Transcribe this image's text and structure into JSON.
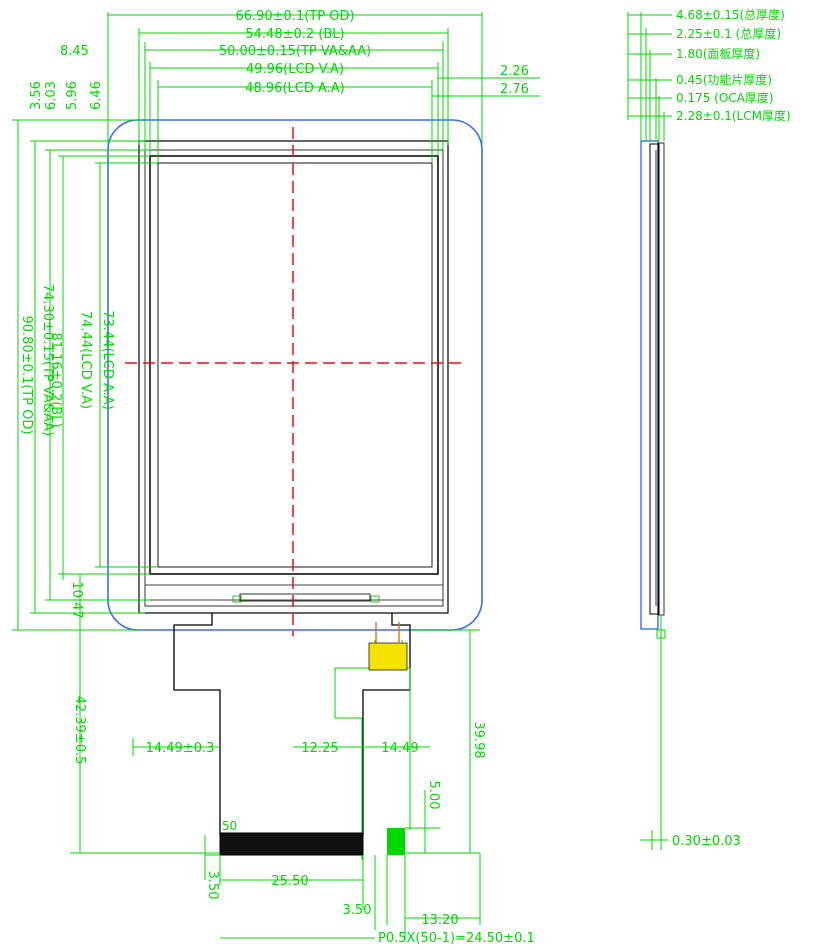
{
  "colors": {
    "dimension": "#00d800",
    "outline": "#000000",
    "tp_outline": "#3a6df0",
    "centerline": "#e01010",
    "fpc_pad": "#f5e200"
  },
  "top_dims": {
    "tp_od": "66.90±0.1(TP  OD)",
    "bl": "54.48±0.2 (BL)",
    "tp_va": "50.00±0.15(TP  VA&AA)",
    "lcd_va": "49.96(LCD V.A)",
    "lcd_aa": "48.96(LCD A.A)",
    "right_2_26": "2.26",
    "right_2_76": "2.76"
  },
  "left_dims": {
    "d_8_45": "8.45",
    "d_6_03": "6.03",
    "d_6_46": "6.46",
    "d_3_56": "3.56",
    "d_5_96": "5.96",
    "tp_od_v": "90.80±0.1(TP  OD)",
    "tp_va_v": "74.30±0.15(TP VA&AA)",
    "bl_v": "81.16±0.2(BL)",
    "lcd_va_v": "74.44(LCD V.A)",
    "lcd_aa_v": "73.44(LCD A.A)",
    "d_10_47": "10.47",
    "d_42_39": "42.39±0.5"
  },
  "bottom_dims": {
    "d_14_49_left": "14.49±0.3",
    "d_12_25": "12.25",
    "d_14_49_right": "14.49",
    "d_39_98": "39.98",
    "d_5_00": "5.00",
    "d_3_50_left": "3.50",
    "d_25_50": "25.50",
    "d_3_50_bottom": "3.50",
    "d_13_20": "13.20",
    "pitch": "P0.5X(50-1)=24.50±0.1",
    "pin_label": "50"
  },
  "side_dims": {
    "total": "4.68±0.15(总厚度)",
    "cover": "2.25±0.1 (总厚度)",
    "panel": "1.80(面板厚度)",
    "func": "0.45(功能片厚度)",
    "oca": "0.175 (OCA厚度)",
    "lcm": "2.28±0.1(LCM厚度)",
    "fpc": "0.30±0.03"
  }
}
